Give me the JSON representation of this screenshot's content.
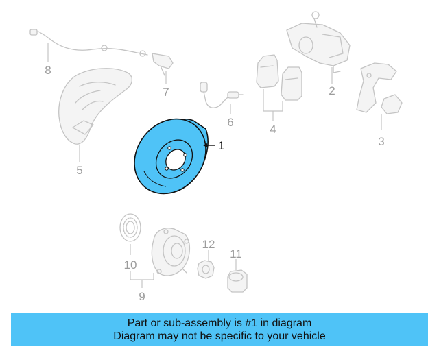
{
  "diagram": {
    "highlight_color": "#4fc3f7",
    "callouts": [
      "1",
      "2",
      "3",
      "4",
      "5",
      "6",
      "7",
      "8",
      "9",
      "10",
      "11",
      "12"
    ]
  },
  "banner": {
    "line1": "Part or sub-assembly is #1 in diagram",
    "line2": "Diagram may not be specific to your vehicle",
    "color": "#4fc3f7"
  }
}
